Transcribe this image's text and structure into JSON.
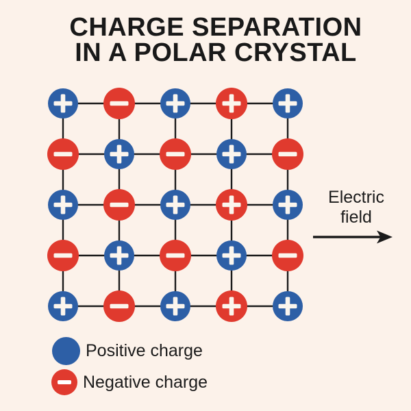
{
  "title": {
    "line1": "CHARGE SEPARATION",
    "line2": "IN A POLAR CRYSTAL"
  },
  "field_label": {
    "line1": "Electric",
    "line2": "field"
  },
  "legend": {
    "items": [
      {
        "id": "positive",
        "label": "Positive charge",
        "color_key": "blue",
        "symbol": "none"
      },
      {
        "id": "negative",
        "label": "Negative charge",
        "color_key": "red",
        "symbol": "minus"
      }
    ]
  },
  "lattice": {
    "rows": [
      [
        {
          "color": "blue",
          "sign": "plus"
        },
        {
          "color": "red",
          "sign": "minus"
        },
        {
          "color": "blue",
          "sign": "plus"
        },
        {
          "color": "red",
          "sign": "plus"
        },
        {
          "color": "blue",
          "sign": "plus"
        }
      ],
      [
        {
          "color": "red",
          "sign": "minus"
        },
        {
          "color": "blue",
          "sign": "plus"
        },
        {
          "color": "red",
          "sign": "minus"
        },
        {
          "color": "blue",
          "sign": "plus"
        },
        {
          "color": "red",
          "sign": "minus"
        }
      ],
      [
        {
          "color": "blue",
          "sign": "plus"
        },
        {
          "color": "red",
          "sign": "minus"
        },
        {
          "color": "blue",
          "sign": "plus"
        },
        {
          "color": "red",
          "sign": "plus"
        },
        {
          "color": "blue",
          "sign": "plus"
        }
      ],
      [
        {
          "color": "red",
          "sign": "minus"
        },
        {
          "color": "blue",
          "sign": "plus"
        },
        {
          "color": "red",
          "sign": "minus"
        },
        {
          "color": "blue",
          "sign": "plus"
        },
        {
          "color": "red",
          "sign": "minus"
        }
      ],
      [
        {
          "color": "blue",
          "sign": "plus"
        },
        {
          "color": "red",
          "sign": "minus"
        },
        {
          "color": "blue",
          "sign": "plus"
        },
        {
          "color": "red",
          "sign": "plus"
        },
        {
          "color": "blue",
          "sign": "plus"
        }
      ]
    ]
  },
  "colors": {
    "background": "#fcf2ea",
    "blue": "#2d5fa6",
    "red": "#e03a2e",
    "line": "#1b1b1b",
    "symbol": "#fbf5ed",
    "text": "#1b1b1b"
  }
}
